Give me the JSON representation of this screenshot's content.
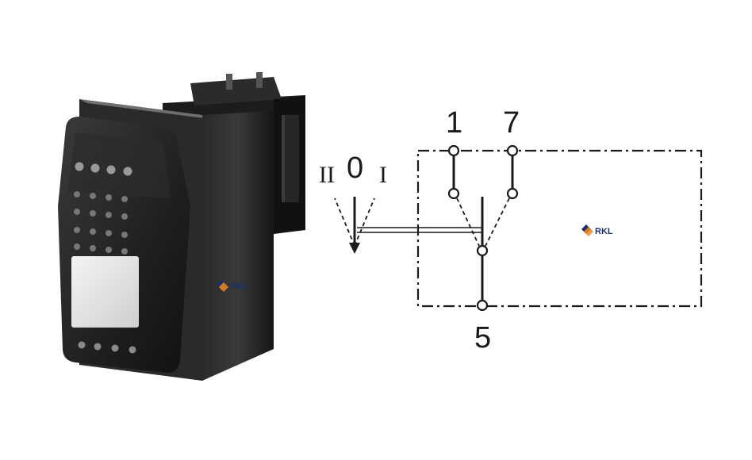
{
  "photo": {
    "watermark": "RKL"
  },
  "schematic": {
    "terminals": {
      "top_left": "1",
      "top_right": "7",
      "bottom": "5"
    },
    "positions": {
      "left": "II",
      "center": "0",
      "right": "I"
    },
    "watermark": "RKL"
  },
  "colors": {
    "line": "#1a1a1a",
    "logo_blue": "#1b2f6b",
    "logo_orange": "#f28b1e"
  }
}
